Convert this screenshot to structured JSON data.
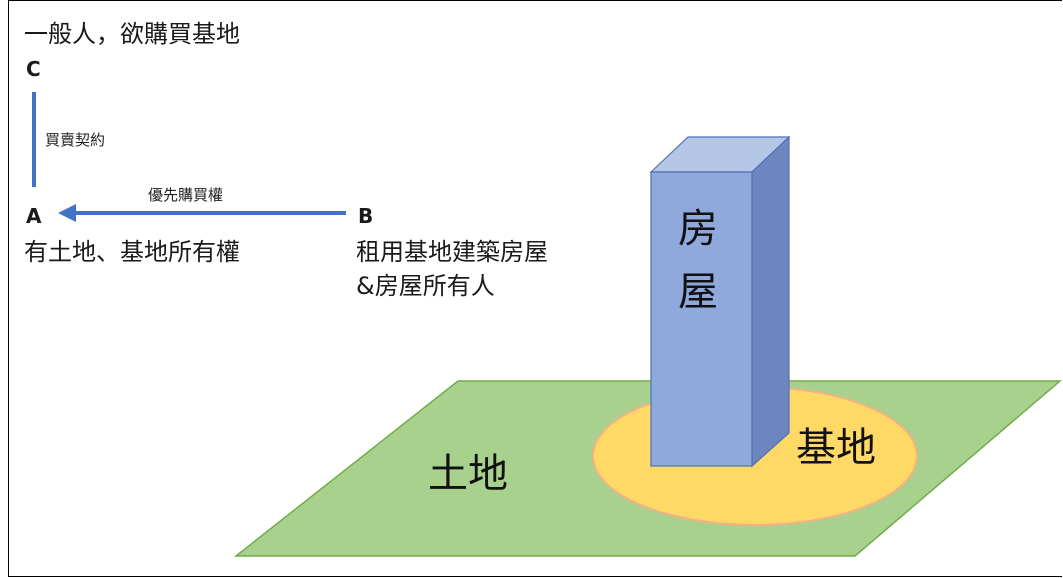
{
  "title": "一般人，欲購買基地",
  "party_c": {
    "letter": "C"
  },
  "contract_label": "買賣契約",
  "priority_label": "優先購買權",
  "party_a": {
    "letter": "A",
    "desc": "有土地、基地所有權"
  },
  "party_b": {
    "letter": "B",
    "desc_line1": "租用基地建築房屋",
    "desc_line2": "&房屋所有人"
  },
  "scene": {
    "land_label": "土地",
    "base_label": "基地",
    "house_label_line1": "房",
    "house_label_line2": "屋"
  },
  "colors": {
    "arrow": "#4472c4",
    "land_fill": "#a9d18e",
    "land_stroke": "#70ad47",
    "base_fill": "#ffd966",
    "base_stroke": "#f4b183",
    "house_front": "#8fa9dc",
    "house_side": "#6d86c0",
    "house_top": "#b4c7e7",
    "house_stroke": "#4f6fb5"
  }
}
